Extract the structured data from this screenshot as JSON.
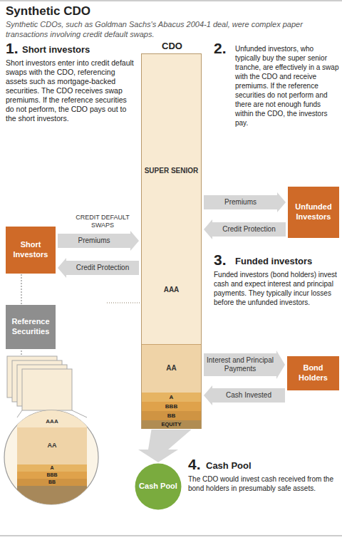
{
  "diagram": {
    "title": "Synthetic CDO",
    "caption": "Synthetic CDOs, such as Goldman Sachs's Abacus 2004-1 deal, were complex paper transactions involving credit default swaps.",
    "nodes": [
      {
        "text": [
          "Short Investors"
        ]
      },
      {
        "text": [
          "Reference Securities"
        ]
      },
      {
        "text": [
          "CDO"
        ]
      },
      {
        "text": [
          "SUPER SENIOR"
        ],
        "in": 2
      },
      {
        "text": [
          "AAA"
        ],
        "in": 2
      },
      {
        "text": [
          "AA"
        ],
        "in": 2
      },
      {
        "text": [
          "A"
        ],
        "in": 2
      },
      {
        "text": [
          "BBB"
        ],
        "in": 2
      },
      {
        "text": [
          "BB"
        ],
        "in": 2
      },
      {
        "text": [
          "EQUITY"
        ],
        "in": 2
      },
      {
        "text": [
          "Unfunded Investors"
        ]
      },
      {
        "text": [
          "Bond Holders"
        ]
      },
      {
        "text": [
          "Cash Pool"
        ]
      },
      {
        "text": [
          "AAA"
        ]
      },
      {
        "text": [
          "AA"
        ]
      },
      {
        "text": [
          "A"
        ]
      },
      {
        "text": [
          "BBB"
        ]
      },
      {
        "text": [
          "BB"
        ]
      }
    ],
    "edges": [
      {
        "from": 0,
        "to": 2,
        "label": "Premiums",
        "arrow": "to"
      },
      {
        "from": 2,
        "to": 0,
        "label": "Credit Protection",
        "arrow": "to"
      },
      {
        "from": 2,
        "to": 10,
        "label": "Premiums",
        "arrow": "to"
      },
      {
        "from": 10,
        "to": 2,
        "label": "Credit Protection",
        "arrow": "to"
      },
      {
        "from": 2,
        "to": 11,
        "label": "Interest and Principal Payments",
        "arrow": "to"
      },
      {
        "from": 11,
        "to": 2,
        "label": "Cash Invested",
        "arrow": "to"
      },
      {
        "from": 2,
        "to": 12,
        "arrow": "to"
      },
      {
        "from": 0,
        "to": 1,
        "arrow": "none"
      }
    ],
    "labels": [
      "1.",
      "Short investors",
      "Short investors enter into credit default swaps with the CDO, referencing assets such as mortgage-backed securities. The CDO receives swap premiums. If the reference securities do not perform, the CDO pays out to the short investors.",
      "CREDIT DEFAULT SWAPS",
      "2.",
      "Unfunded investors, who typically buy the super senior tranche, are effectively in a swap with the CDO and receive premiums. If the reference securities do not perform and there are not enough funds within the CDO, the investors pay.",
      "3.",
      "Funded investors",
      "Funded investors (bond holders) invest cash and expect interest and principal payments. They typically incur losses before the unfunded investors.",
      "4.",
      "Cash Pool",
      "The CDO would invest cash received from the bond holders in presumably safe assets."
    ]
  }
}
